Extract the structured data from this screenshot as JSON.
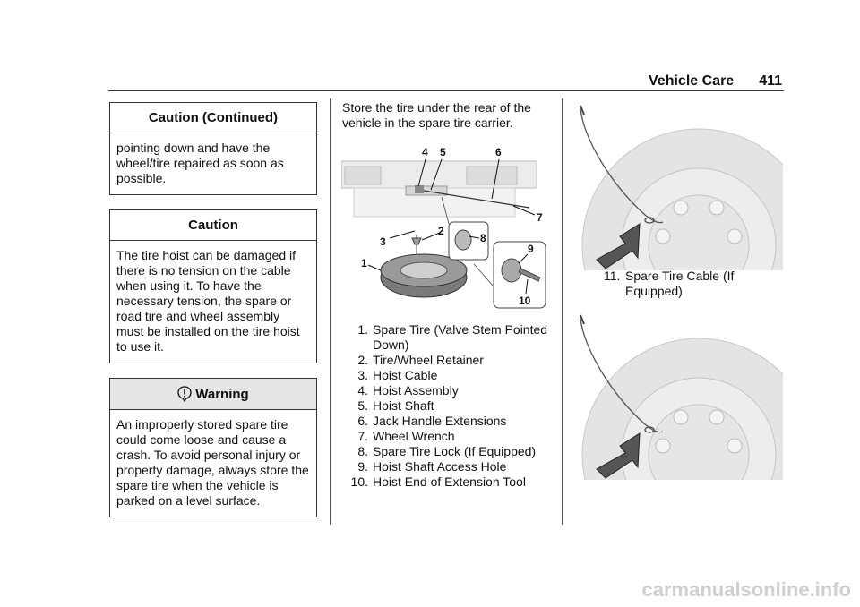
{
  "header": {
    "section": "Vehicle Care",
    "page": "411"
  },
  "caution_continued": {
    "title": "Caution  (Continued)",
    "body": "pointing down and have the wheel/tire repaired as soon as possible."
  },
  "caution": {
    "title": "Caution",
    "body": "The tire hoist can be damaged if there is no tension on the cable when using it. To have the necessary tension, the spare or road tire and wheel assembly must be installed on the tire hoist to use it."
  },
  "warning": {
    "title": "Warning",
    "body": "An improperly stored spare tire could come loose and cause a crash. To avoid personal injury or property damage, always store the spare tire when the vehicle is parked on a level surface."
  },
  "intro": "Store the tire under the rear of the vehicle in the spare tire carrier.",
  "diagram_callouts": [
    "1",
    "2",
    "3",
    "4",
    "5",
    "6",
    "7",
    "8",
    "9",
    "10"
  ],
  "parts": [
    {
      "num": "1.",
      "label": "Spare Tire (Valve Stem Pointed Down)"
    },
    {
      "num": "2.",
      "label": "Tire/Wheel Retainer"
    },
    {
      "num": "3.",
      "label": "Hoist Cable"
    },
    {
      "num": "4.",
      "label": "Hoist Assembly"
    },
    {
      "num": "5.",
      "label": "Hoist Shaft"
    },
    {
      "num": "6.",
      "label": "Jack Handle Extensions"
    },
    {
      "num": "7.",
      "label": "Wheel Wrench"
    },
    {
      "num": "8.",
      "label": "Spare Tire Lock (If Equipped)"
    },
    {
      "num": "9.",
      "label": "Hoist Shaft Access Hole"
    },
    {
      "num": "10.",
      "label": "Hoist End of Extension Tool"
    }
  ],
  "figure_caption": {
    "num": "11.",
    "label": "Spare Tire Cable (If Equipped)"
  },
  "watermark": "carmanualsonline.info"
}
